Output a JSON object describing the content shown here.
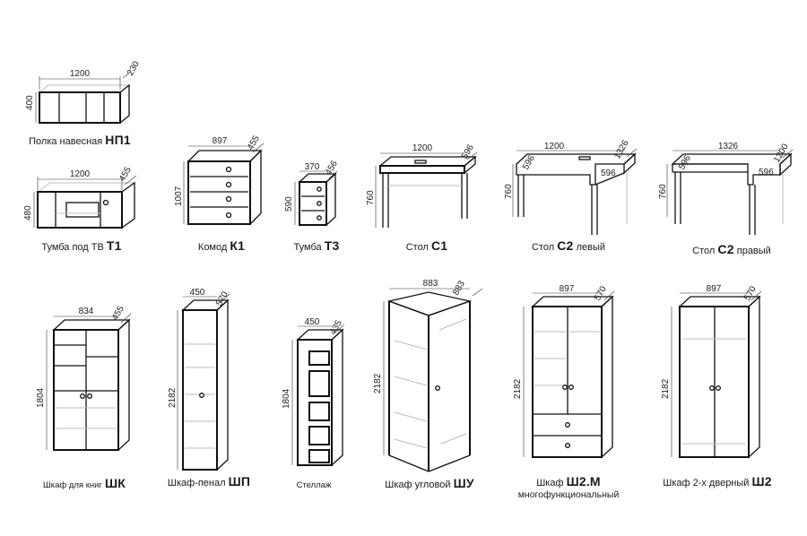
{
  "items": [
    {
      "id": "np1",
      "name": "Полка навесная",
      "code": "НП1",
      "dims": [
        "1200",
        "230",
        "400"
      ]
    },
    {
      "id": "t1",
      "name": "Тумба под ТВ",
      "code": "Т1",
      "dims": [
        "1200",
        "455",
        "480"
      ]
    },
    {
      "id": "k1",
      "name": "Комод",
      "code": "К1",
      "dims": [
        "897",
        "455",
        "1007"
      ]
    },
    {
      "id": "t3",
      "name": "Тумба",
      "code": "Т3",
      "dims": [
        "370",
        "456",
        "590"
      ]
    },
    {
      "id": "c1",
      "name": "Стол",
      "code": "С1",
      "dims": [
        "1200",
        "596",
        "760"
      ]
    },
    {
      "id": "c2l",
      "name": "Стол",
      "code": "С2",
      "suffix": "левый",
      "dims": [
        "1200",
        "1326",
        "596",
        "596",
        "760"
      ]
    },
    {
      "id": "c2r",
      "name": "Стол",
      "code": "С2",
      "suffix": "правый",
      "dims": [
        "1326",
        "1200",
        "596",
        "596",
        "760"
      ]
    },
    {
      "id": "shk",
      "name": "Шкаф для книг",
      "code": "ШК",
      "dims": [
        "834",
        "455",
        "1804"
      ]
    },
    {
      "id": "shp",
      "name": "Шкаф-пенал",
      "code": "ШП",
      "dims": [
        "450",
        "570",
        "2182"
      ]
    },
    {
      "id": "stellazh",
      "name": "Стеллаж",
      "code": "",
      "dims": [
        "450",
        "435",
        "1804"
      ]
    },
    {
      "id": "shu",
      "name": "Шкаф угловой",
      "code": "ШУ",
      "dims": [
        "883",
        "883",
        "2182"
      ]
    },
    {
      "id": "sh2m",
      "name": "Шкаф",
      "code": "Ш2.М",
      "sub": "многофункциональный",
      "dims": [
        "897",
        "570",
        "2182"
      ]
    },
    {
      "id": "sh2",
      "name": "Шкаф 2-х дверный",
      "code": "Ш2",
      "dims": [
        "897",
        "570",
        "2182"
      ]
    }
  ]
}
